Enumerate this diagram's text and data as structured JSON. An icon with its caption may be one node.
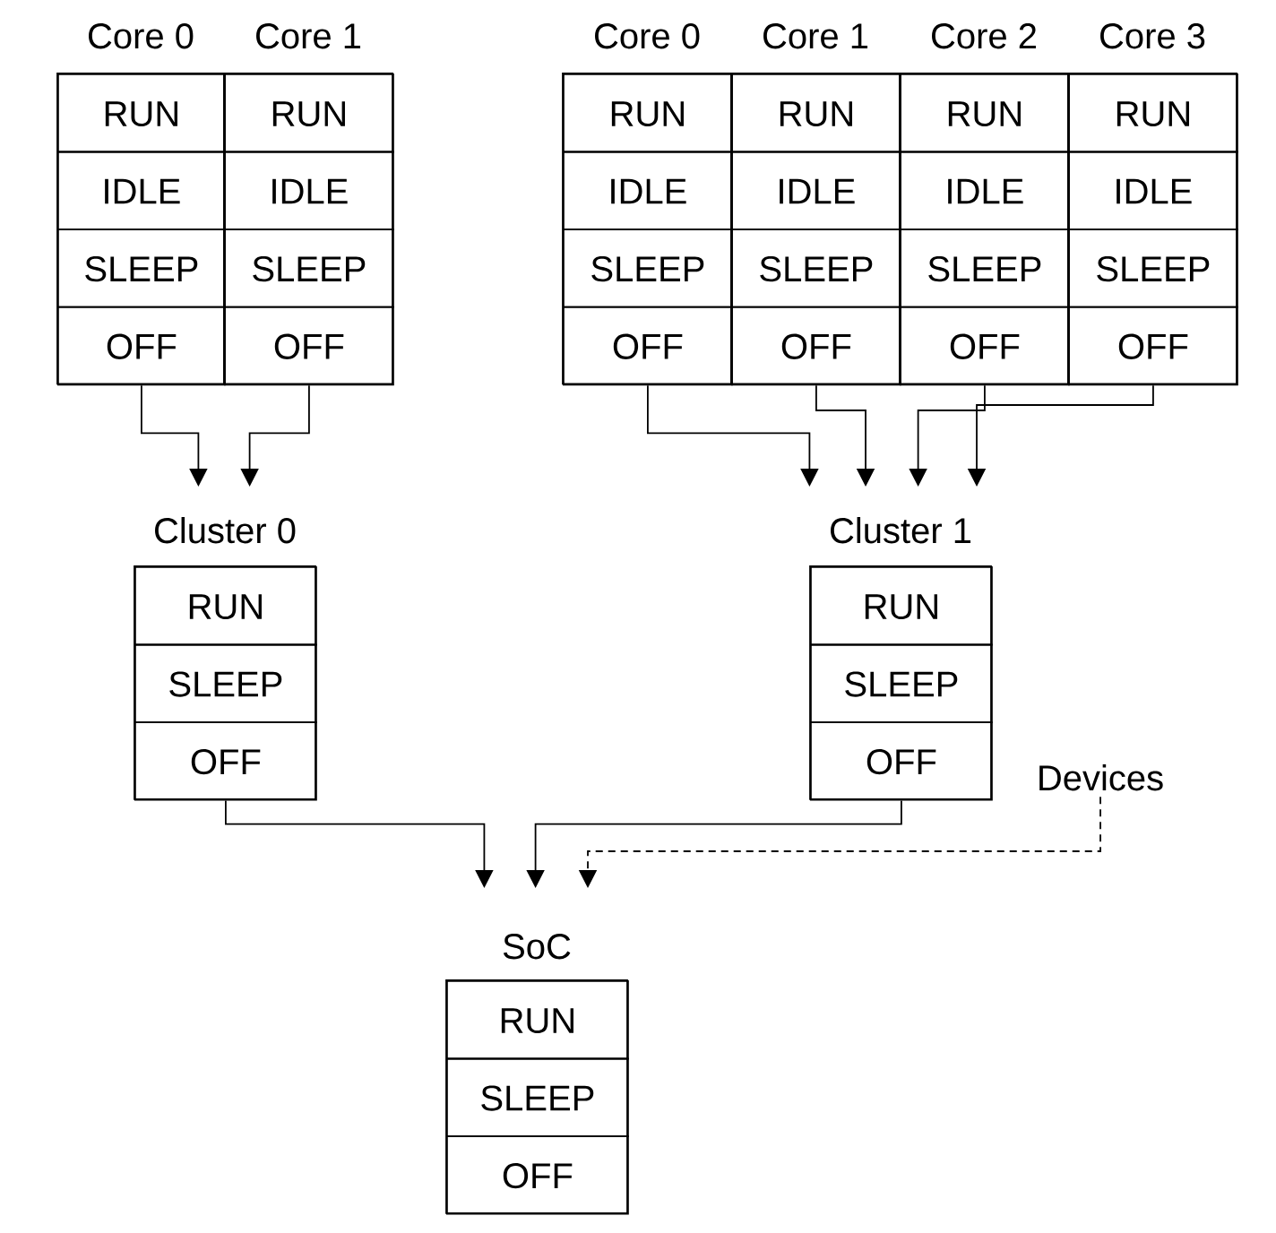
{
  "diagram": {
    "nodes": [
      {
        "text": [
          "Core 0"
        ]
      },
      {
        "text": [
          "RUN"
        ],
        "in": 0
      },
      {
        "text": [
          "IDLE"
        ],
        "in": 0
      },
      {
        "text": [
          "SLEEP"
        ],
        "in": 0
      },
      {
        "text": [
          "OFF"
        ],
        "in": 0
      },
      {
        "text": [
          "Core 1"
        ]
      },
      {
        "text": [
          "RUN"
        ],
        "in": 5
      },
      {
        "text": [
          "IDLE"
        ],
        "in": 5
      },
      {
        "text": [
          "SLEEP"
        ],
        "in": 5
      },
      {
        "text": [
          "OFF"
        ],
        "in": 5
      },
      {
        "text": [
          "Core 0"
        ]
      },
      {
        "text": [
          "RUN"
        ],
        "in": 10
      },
      {
        "text": [
          "IDLE"
        ],
        "in": 10
      },
      {
        "text": [
          "SLEEP"
        ],
        "in": 10
      },
      {
        "text": [
          "OFF"
        ],
        "in": 10
      },
      {
        "text": [
          "Core 1"
        ]
      },
      {
        "text": [
          "RUN"
        ],
        "in": 15
      },
      {
        "text": [
          "IDLE"
        ],
        "in": 15
      },
      {
        "text": [
          "SLEEP"
        ],
        "in": 15
      },
      {
        "text": [
          "OFF"
        ],
        "in": 15
      },
      {
        "text": [
          "Core 2"
        ]
      },
      {
        "text": [
          "RUN"
        ],
        "in": 20
      },
      {
        "text": [
          "IDLE"
        ],
        "in": 20
      },
      {
        "text": [
          "SLEEP"
        ],
        "in": 20
      },
      {
        "text": [
          "OFF"
        ],
        "in": 20
      },
      {
        "text": [
          "Core 3"
        ]
      },
      {
        "text": [
          "RUN"
        ],
        "in": 25
      },
      {
        "text": [
          "IDLE"
        ],
        "in": 25
      },
      {
        "text": [
          "SLEEP"
        ],
        "in": 25
      },
      {
        "text": [
          "OFF"
        ],
        "in": 25
      },
      {
        "text": [
          "Cluster 0"
        ]
      },
      {
        "text": [
          "RUN"
        ],
        "in": 30
      },
      {
        "text": [
          "SLEEP"
        ],
        "in": 30
      },
      {
        "text": [
          "OFF"
        ],
        "in": 30
      },
      {
        "text": [
          "Cluster 1"
        ]
      },
      {
        "text": [
          "RUN"
        ],
        "in": 34
      },
      {
        "text": [
          "SLEEP"
        ],
        "in": 34
      },
      {
        "text": [
          "OFF"
        ],
        "in": 34
      },
      {
        "text": [
          "Devices"
        ]
      },
      {
        "text": [
          "SoC"
        ]
      },
      {
        "text": [
          "RUN"
        ],
        "in": 39
      },
      {
        "text": [
          "SLEEP"
        ],
        "in": 39
      },
      {
        "text": [
          "OFF"
        ],
        "in": 39
      }
    ],
    "edges": [
      {
        "from": 4,
        "to": 30,
        "arrow": "to"
      },
      {
        "from": 9,
        "to": 30,
        "arrow": "to"
      },
      {
        "from": 14,
        "to": 34,
        "arrow": "to"
      },
      {
        "from": 19,
        "to": 34,
        "arrow": "to"
      },
      {
        "from": 24,
        "to": 34,
        "arrow": "to"
      },
      {
        "from": 29,
        "to": 34,
        "arrow": "to"
      },
      {
        "from": 33,
        "to": 39,
        "arrow": "to"
      },
      {
        "from": 37,
        "to": 39,
        "arrow": "to"
      },
      {
        "from": 38,
        "to": 39,
        "arrow": "to",
        "style": "dashed"
      }
    ]
  }
}
